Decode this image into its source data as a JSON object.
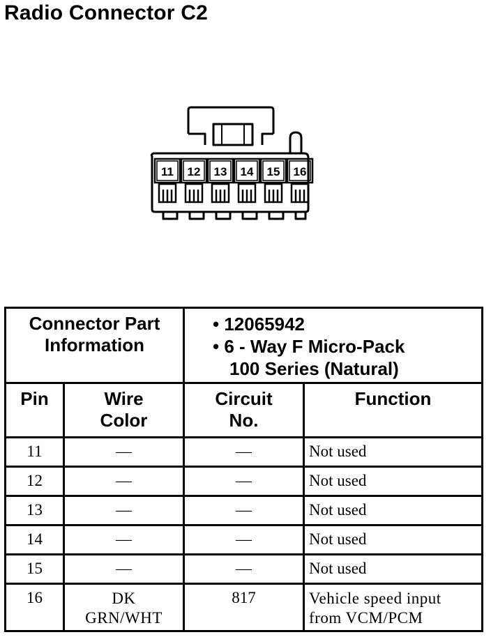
{
  "title": "Radio Connector C2",
  "diagram": {
    "pins": [
      "11",
      "12",
      "13",
      "14",
      "15",
      "16"
    ]
  },
  "part_info": {
    "label_line1": "Connector Part",
    "label_line2": "Information",
    "part_number": "• 12065942",
    "desc_line1": "• 6 - Way F Micro-Pack",
    "desc_line2": "100 Series (Natural)"
  },
  "columns": {
    "pin": "Pin",
    "wire_color_1": "Wire",
    "wire_color_2": "Color",
    "circuit_1": "Circuit",
    "circuit_2": "No.",
    "function": "Function"
  },
  "rows": [
    {
      "pin": "11",
      "wire": "—",
      "circuit": "—",
      "function": "Not used"
    },
    {
      "pin": "12",
      "wire": "—",
      "circuit": "—",
      "function": "Not used"
    },
    {
      "pin": "13",
      "wire": "—",
      "circuit": "—",
      "function": "Not used"
    },
    {
      "pin": "14",
      "wire": "—",
      "circuit": "—",
      "function": "Not used"
    },
    {
      "pin": "15",
      "wire": "—",
      "circuit": "—",
      "function": "Not used"
    },
    {
      "pin": "16",
      "wire_line1": "DK",
      "wire_line2": "GRN/WHT",
      "circuit": "817",
      "function_line1": "Vehicle speed input",
      "function_line2": "from VCM/PCM"
    }
  ]
}
